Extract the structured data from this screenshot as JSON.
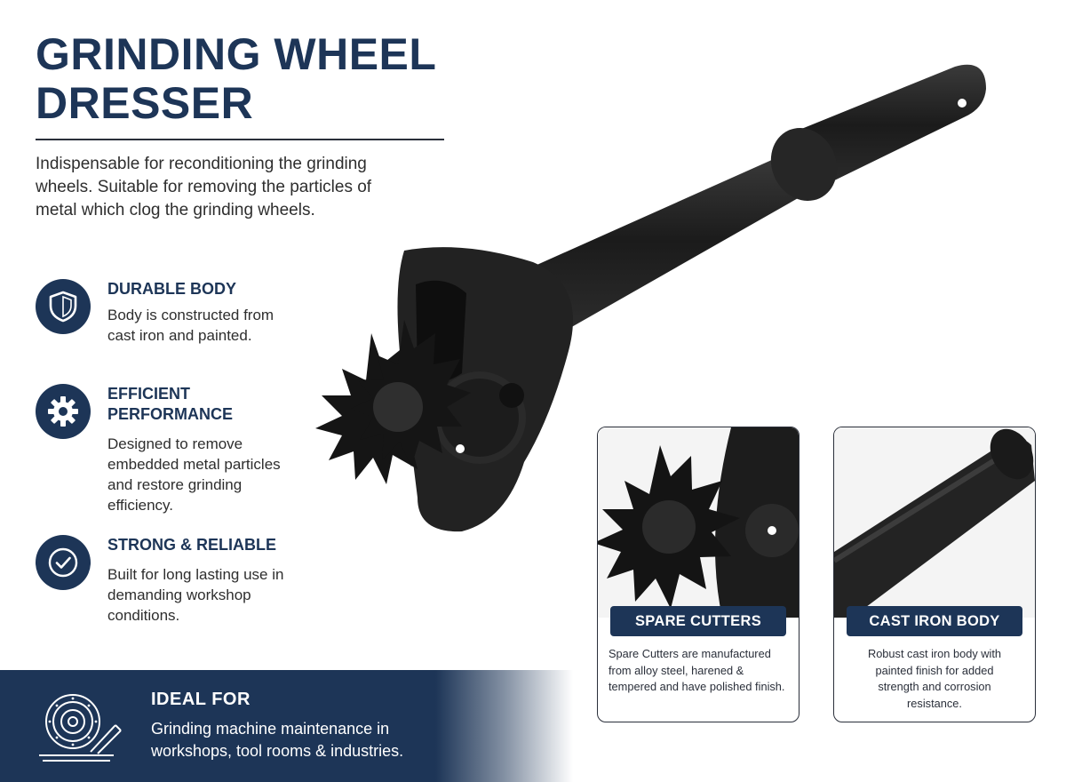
{
  "header": {
    "title_line1": "GRINDING WHEEL",
    "title_line2": "DRESSER",
    "intro": "Indispensable for reconditioning the grinding wheels. Suitable for removing the particles of metal which clog the grinding wheels."
  },
  "features": [
    {
      "icon": "shield-icon",
      "title": "DURABLE BODY",
      "desc": "Body is constructed from cast iron and painted."
    },
    {
      "icon": "gear-icon",
      "title": "EFFICIENT PERFORMANCE",
      "desc": "Designed to remove embedded metal particles and restore grinding efficiency."
    },
    {
      "icon": "check-circle-icon",
      "title": "STRONG & RELIABLE",
      "desc": "Built for long lasting use in demanding workshop conditions."
    }
  ],
  "banner": {
    "icon": "grinding-wheel-icon",
    "title": "IDEAL FOR",
    "desc": "Grinding machine maintenance in workshops, tool rooms & industries."
  },
  "cards": [
    {
      "label": "SPARE CUTTERS",
      "desc": "Spare Cutters are manufactured from alloy steel, harened & tempered and have polished finish."
    },
    {
      "label": "CAST IRON BODY",
      "desc": "Robust cast iron body with painted finish for added strength and corrosion resistance."
    }
  ],
  "colors": {
    "brand_navy": "#1d3557",
    "text_dark": "#2e2e2e",
    "tool_black": "#1f1f1f",
    "background": "#ffffff"
  }
}
